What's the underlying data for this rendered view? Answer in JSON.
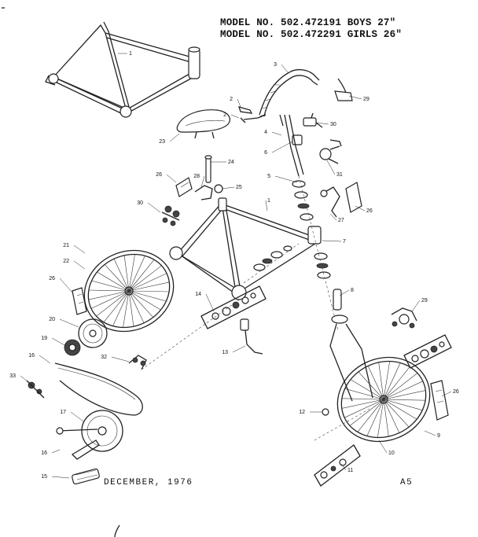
{
  "header": {
    "line1": "MODEL NO. 502.472191 BOYS 27\"",
    "line2": "MODEL NO. 502.472291 GIRLS 26\""
  },
  "footer": {
    "date": "DECEMBER, 1976",
    "page": "A5"
  },
  "callouts": [
    "1",
    "3",
    "29",
    "2",
    "2",
    "30",
    "4",
    "6",
    "23",
    "24",
    "31",
    "5",
    "26",
    "28",
    "25",
    "1",
    "27",
    "26",
    "30",
    "7",
    "21",
    "22",
    "8",
    "26",
    "14",
    "29",
    "20",
    "13",
    "19",
    "16",
    "32",
    "12",
    "26",
    "33",
    "17",
    "9",
    "10",
    "11",
    "16",
    "15"
  ]
}
